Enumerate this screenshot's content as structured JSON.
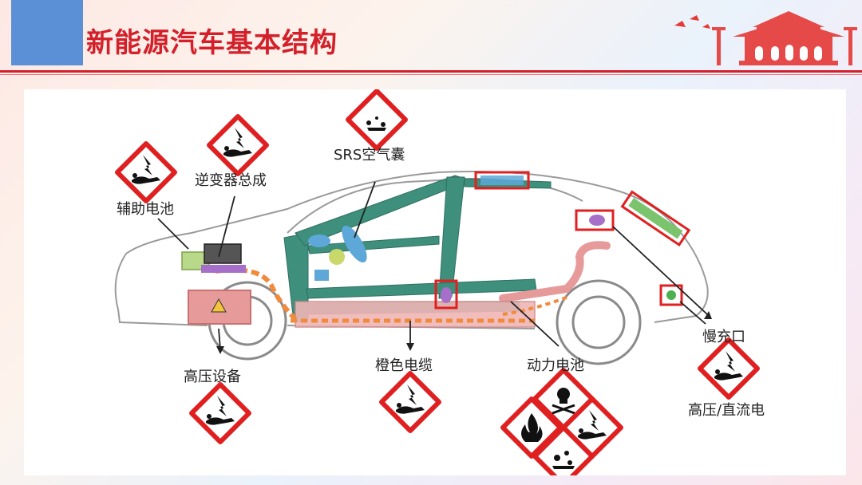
{
  "slide": {
    "title": "新能源汽车基本结构"
  },
  "labels": {
    "srs_airbag": "SRS空气囊",
    "inverter_assembly": "逆变器总成",
    "auxiliary_battery": "辅助电池",
    "high_voltage_equipment": "高压设备",
    "orange_cable": "橙色电缆",
    "power_battery": "动力电池",
    "slow_charge_port": "慢充口",
    "high_voltage_dc": "高压/直流电"
  },
  "colors": {
    "title_red": "#d3202a",
    "accent_blue": "#5b8fd6",
    "frame_green": "#3f8f7d",
    "cable_orange": "#f08a3c",
    "hv_pink": "#e79a9a",
    "box_red": "#e02020"
  },
  "icons": {
    "electric_shock": "electric-shock-hazard-icon",
    "toxic": "skull-crossbones-hazard-icon",
    "flammable": "flame-hazard-icon",
    "explosive": "explosion-hazard-icon"
  }
}
